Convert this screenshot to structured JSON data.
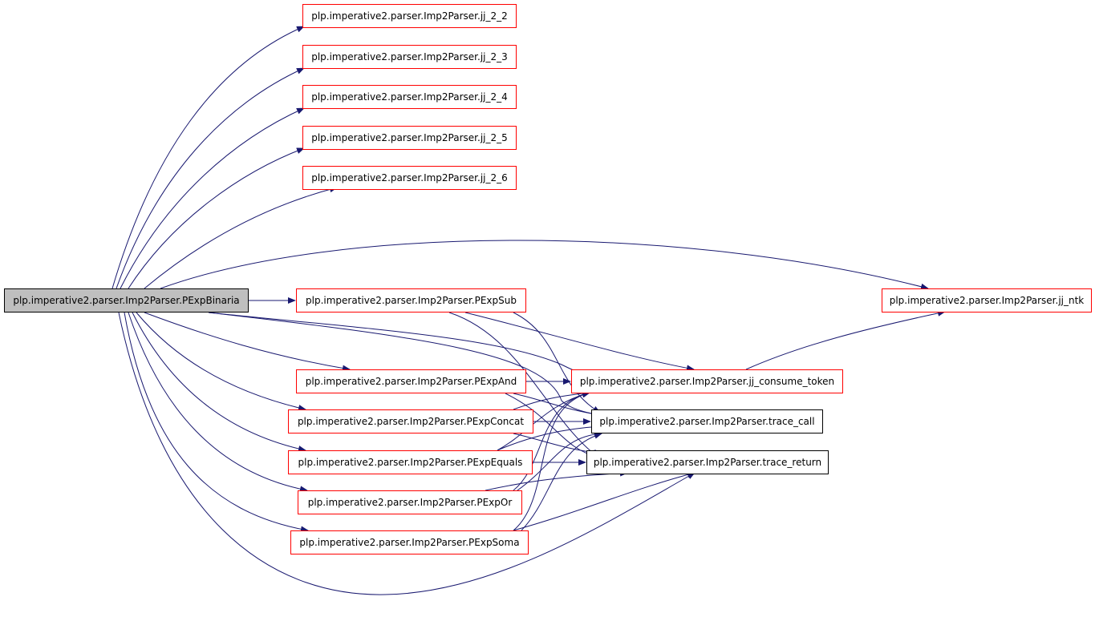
{
  "diagram": {
    "edge_color": "#191970",
    "nodes": [
      {
        "id": "root",
        "label": "plp.imperative2.parser.Imp2Parser.PExpBinaria",
        "style": "root"
      },
      {
        "id": "jj22",
        "label": "plp.imperative2.parser.Imp2Parser.jj_2_2",
        "style": "red"
      },
      {
        "id": "jj23",
        "label": "plp.imperative2.parser.Imp2Parser.jj_2_3",
        "style": "red"
      },
      {
        "id": "jj24",
        "label": "plp.imperative2.parser.Imp2Parser.jj_2_4",
        "style": "red"
      },
      {
        "id": "jj25",
        "label": "plp.imperative2.parser.Imp2Parser.jj_2_5",
        "style": "red"
      },
      {
        "id": "jj26",
        "label": "plp.imperative2.parser.Imp2Parser.jj_2_6",
        "style": "red"
      },
      {
        "id": "ntk",
        "label": "plp.imperative2.parser.Imp2Parser.jj_ntk",
        "style": "red"
      },
      {
        "id": "sub",
        "label": "plp.imperative2.parser.Imp2Parser.PExpSub",
        "style": "red"
      },
      {
        "id": "and",
        "label": "plp.imperative2.parser.Imp2Parser.PExpAnd",
        "style": "red"
      },
      {
        "id": "consume",
        "label": "plp.imperative2.parser.Imp2Parser.jj_consume_token",
        "style": "red"
      },
      {
        "id": "concat",
        "label": "plp.imperative2.parser.Imp2Parser.PExpConcat",
        "style": "red"
      },
      {
        "id": "tcall",
        "label": "plp.imperative2.parser.Imp2Parser.trace_call",
        "style": "black"
      },
      {
        "id": "equals",
        "label": "plp.imperative2.parser.Imp2Parser.PExpEquals",
        "style": "red"
      },
      {
        "id": "treturn",
        "label": "plp.imperative2.parser.Imp2Parser.trace_return",
        "style": "black"
      },
      {
        "id": "or",
        "label": "plp.imperative2.parser.Imp2Parser.PExpOr",
        "style": "red"
      },
      {
        "id": "soma",
        "label": "plp.imperative2.parser.Imp2Parser.PExpSoma",
        "style": "red"
      }
    ],
    "edges": [
      [
        "root",
        "jj22"
      ],
      [
        "root",
        "jj23"
      ],
      [
        "root",
        "jj24"
      ],
      [
        "root",
        "jj25"
      ],
      [
        "root",
        "jj26"
      ],
      [
        "root",
        "ntk"
      ],
      [
        "root",
        "sub"
      ],
      [
        "root",
        "and"
      ],
      [
        "root",
        "consume"
      ],
      [
        "root",
        "concat"
      ],
      [
        "root",
        "tcall"
      ],
      [
        "root",
        "equals"
      ],
      [
        "root",
        "treturn"
      ],
      [
        "root",
        "or"
      ],
      [
        "root",
        "soma"
      ],
      [
        "sub",
        "consume"
      ],
      [
        "sub",
        "tcall"
      ],
      [
        "sub",
        "treturn"
      ],
      [
        "and",
        "consume"
      ],
      [
        "and",
        "tcall"
      ],
      [
        "and",
        "treturn"
      ],
      [
        "concat",
        "consume"
      ],
      [
        "concat",
        "tcall"
      ],
      [
        "concat",
        "treturn"
      ],
      [
        "equals",
        "consume"
      ],
      [
        "equals",
        "tcall"
      ],
      [
        "equals",
        "treturn"
      ],
      [
        "or",
        "consume"
      ],
      [
        "or",
        "tcall"
      ],
      [
        "or",
        "treturn"
      ],
      [
        "soma",
        "consume"
      ],
      [
        "soma",
        "tcall"
      ],
      [
        "soma",
        "treturn"
      ],
      [
        "consume",
        "ntk"
      ]
    ]
  }
}
